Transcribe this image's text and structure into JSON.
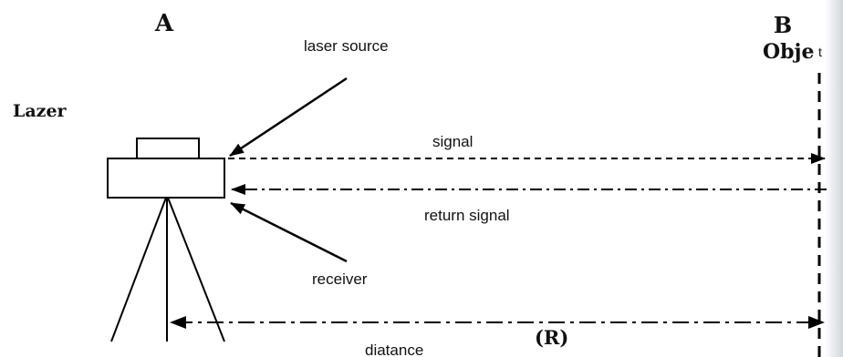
{
  "labels": {
    "point_a": "A",
    "point_b": "B",
    "object_text": "Obje",
    "object_text_tail": "t",
    "lazer": "Lazer",
    "laser_source": "laser source",
    "signal": "signal",
    "return_signal": "return signal",
    "receiver": "receiver",
    "range_symbol": "(R)",
    "distance": "diatance"
  },
  "colors": {
    "background": "#ffffff",
    "ink": "#000000",
    "edge_shadow": "#cfd6dc"
  }
}
